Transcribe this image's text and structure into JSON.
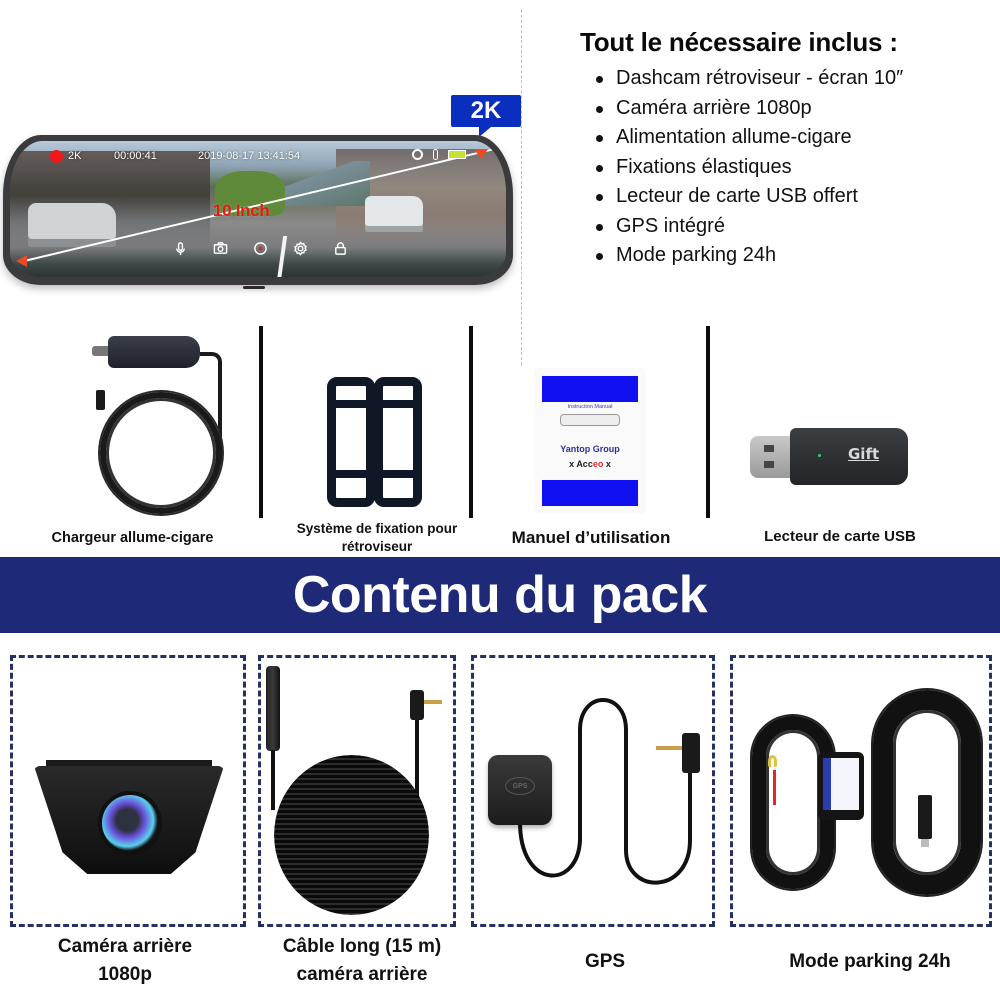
{
  "features": {
    "title": "Tout le nécessaire inclus :",
    "items": [
      "Dashcam rétroviseur - écran 10″",
      "Caméra arrière 1080p",
      "Alimentation allume-cigare",
      "Fixations élastiques",
      "Lecteur de carte USB offert",
      "GPS intégré",
      "Mode parking 24h"
    ]
  },
  "mirror": {
    "badge": "2K",
    "size_label": "10 Inch",
    "hud": {
      "resolution": "2K",
      "elapsed": "00:00:41",
      "datetime": "2019-08-17  13:41:54"
    },
    "controls": [
      "mic-icon",
      "camera-icon",
      "record-icon",
      "settings-icon",
      "lock-icon"
    ]
  },
  "accessories": [
    {
      "id": "charger",
      "label": "Chargeur allume-cigare"
    },
    {
      "id": "mount",
      "label": "Système de fixation pour rétroviseur"
    },
    {
      "id": "manual",
      "label": "Manuel d’utilisation"
    },
    {
      "id": "usb",
      "label": "Lecteur de carte USB"
    }
  ],
  "manual_cover": {
    "title": "Instruction Manual",
    "brand": "Yantop Group",
    "logos_left": "x Acc",
    "logos_o": "eo",
    "logos_right": " x"
  },
  "usb_reader": {
    "text": "Gift"
  },
  "banner": {
    "title": "Contenu du pack",
    "color": "#1e2a78"
  },
  "pack_items": [
    {
      "id": "rear-camera",
      "label_line1": "Caméra arrière",
      "label_line2": "1080p"
    },
    {
      "id": "long-cable",
      "label_line1": "Câble long (15 m)",
      "label_line2": "caméra arrière"
    },
    {
      "id": "gps",
      "label_line1": "GPS",
      "label_line2": ""
    },
    {
      "id": "parking-mode",
      "label_line1": "Mode parking 24h",
      "label_line2": ""
    }
  ],
  "gps_module": {
    "logo": "GPS"
  },
  "colors": {
    "badge_blue": "#0a2fbf",
    "banner_navy": "#1e2a78",
    "dashed_border": "#243066",
    "accent_red": "#e21a1a"
  }
}
